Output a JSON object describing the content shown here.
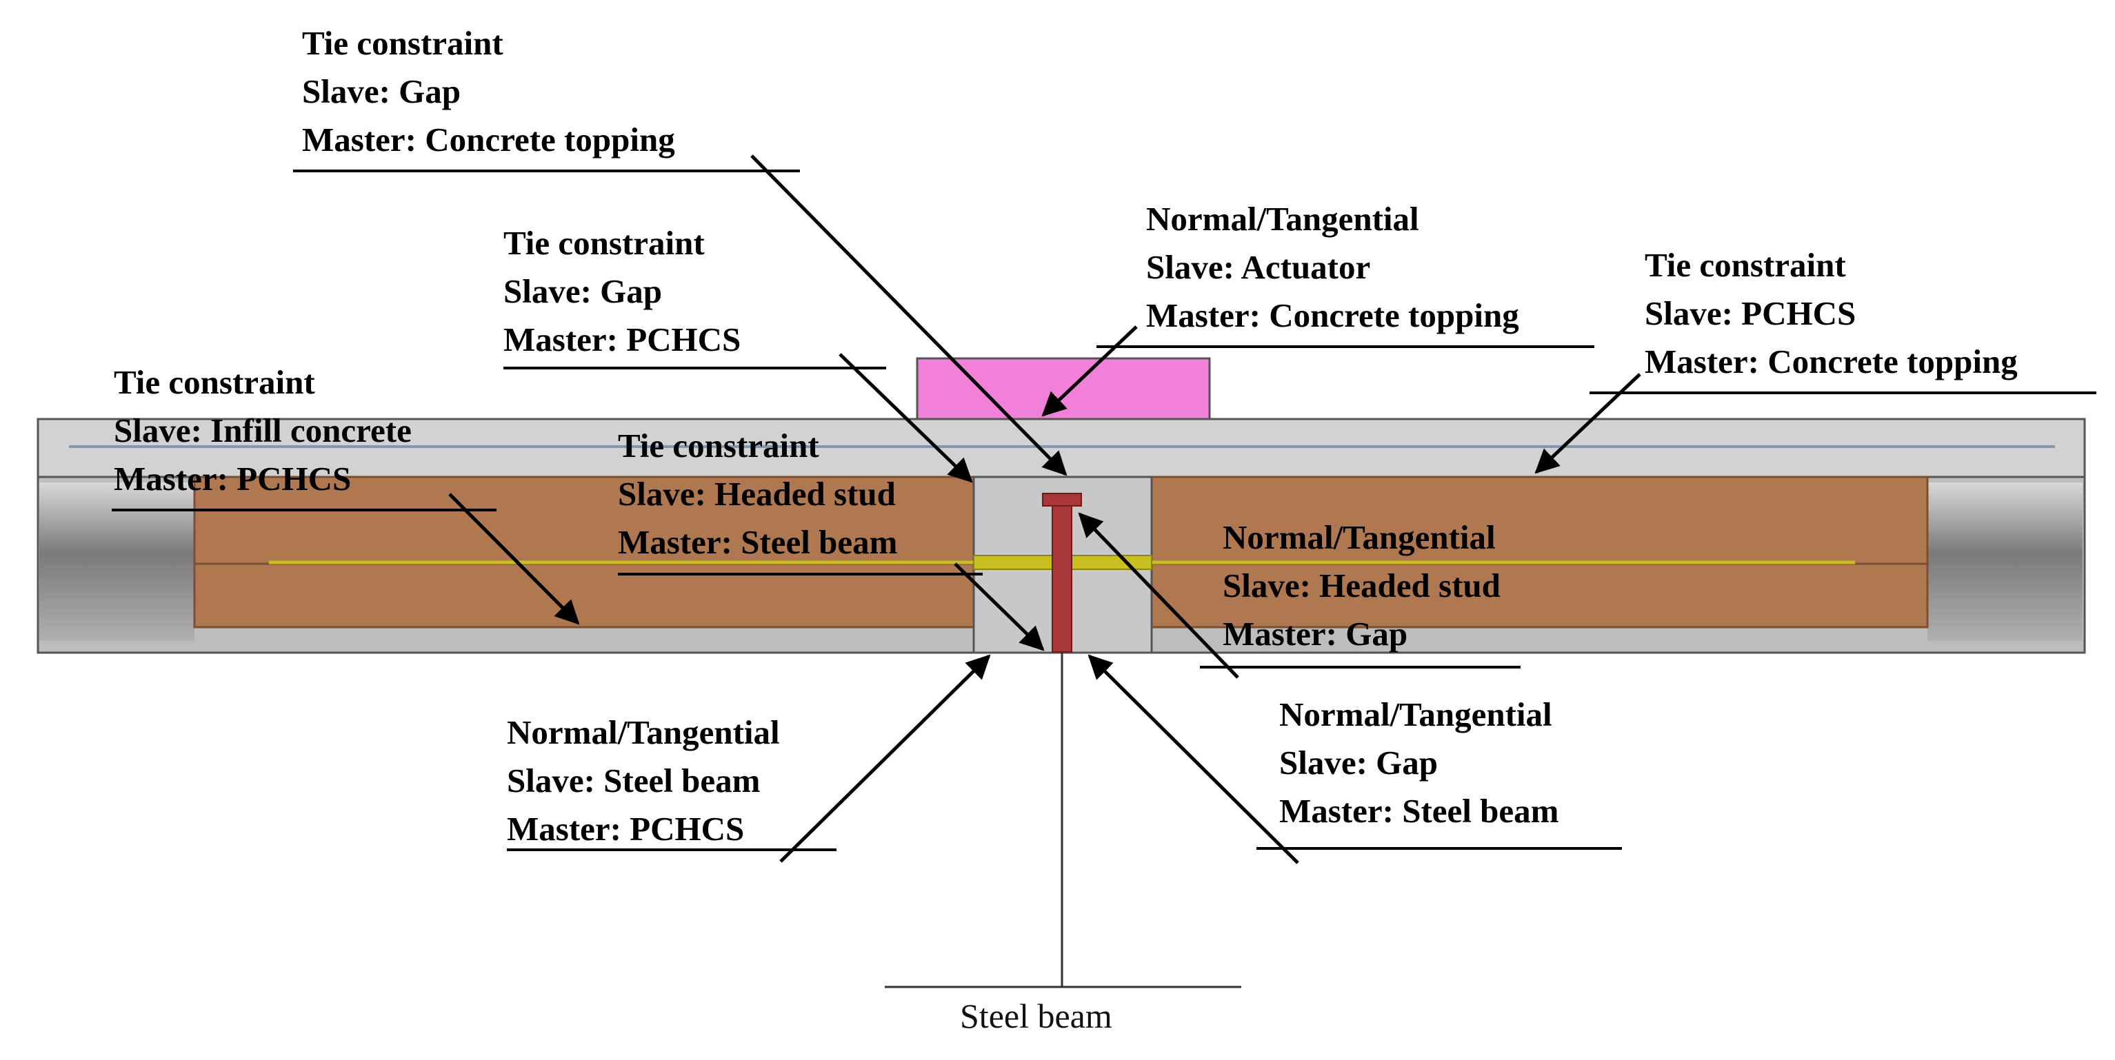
{
  "colors": {
    "slab_border": "#555555",
    "topping": "#cfcfcf",
    "pchcs": "#b07850",
    "pchcs_border": "#7a5030",
    "gap": "#c8c8c8",
    "actuator": "#f080d8",
    "stud": "#a83838",
    "reinforcement": "#c8c020",
    "mesh": "#8098b0",
    "annotation_line": "#000000"
  },
  "annotations": [
    {
      "lines": [
        "Tie constraint",
        "Slave: Gap",
        "Master: Concrete topping"
      ]
    },
    {
      "lines": [
        "Tie constraint",
        "Slave: Gap",
        "Master: PCHCS"
      ]
    },
    {
      "lines": [
        "Normal/Tangential",
        "Slave: Actuator",
        "Master: Concrete topping"
      ]
    },
    {
      "lines": [
        "Tie constraint",
        "Slave: PCHCS",
        "Master: Concrete topping"
      ]
    },
    {
      "lines": [
        "Tie constraint",
        "Slave: Infill concrete",
        "Master: PCHCS"
      ]
    },
    {
      "lines": [
        "Tie constraint",
        "Slave: Headed stud",
        "Master: Steel beam"
      ]
    },
    {
      "lines": [
        "Normal/Tangential",
        "Slave: Headed stud",
        "Master: Gap"
      ]
    },
    {
      "lines": [
        "Normal/Tangential",
        "Slave: Steel beam",
        "Master: PCHCS"
      ]
    },
    {
      "lines": [
        "Normal/Tangential",
        "Slave: Gap",
        "Master: Steel beam"
      ]
    }
  ],
  "steel_beam_label": "Steel beam"
}
